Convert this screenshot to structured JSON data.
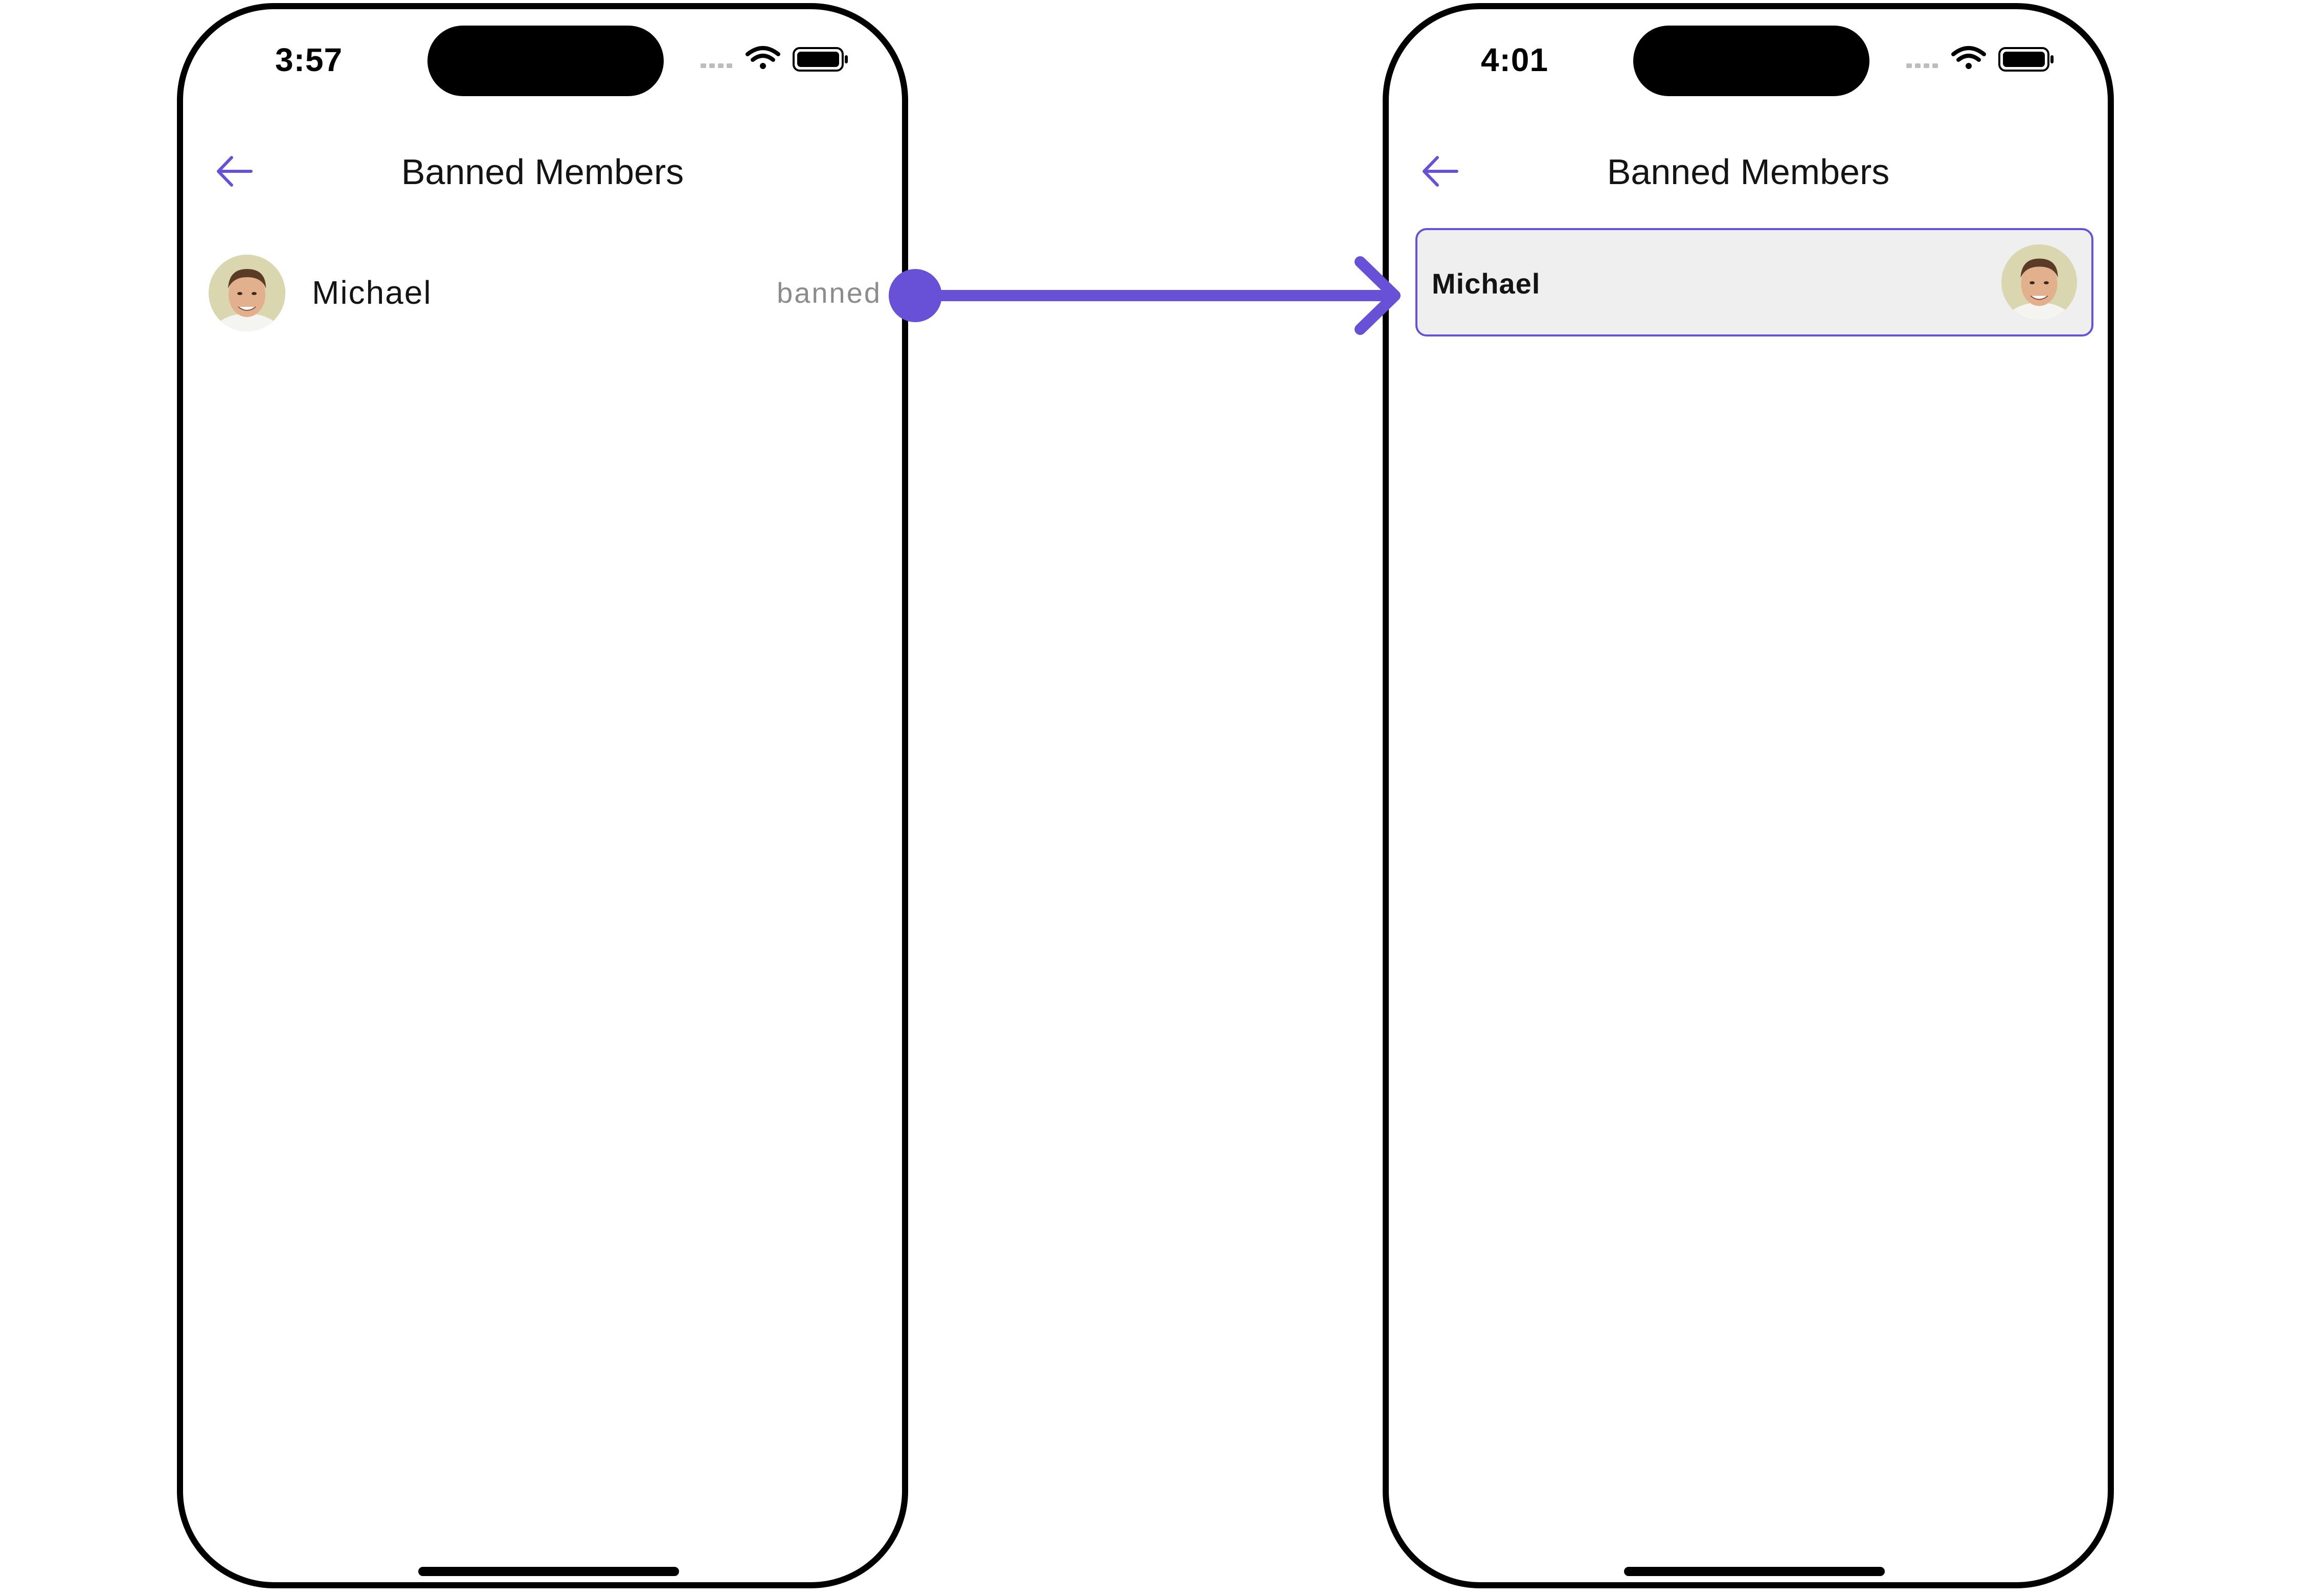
{
  "left_screen": {
    "status_time": "3:57",
    "nav": {
      "title": "Banned Members",
      "back_icon": "arrow-left-icon"
    },
    "member": {
      "name": "Michael",
      "status": "banned",
      "avatar": "avatar-photo"
    }
  },
  "right_screen": {
    "status_time": "4:01",
    "nav": {
      "title": "Banned Members",
      "back_icon": "arrow-left-icon"
    },
    "member": {
      "name": "Michael",
      "avatar": "avatar-photo"
    }
  },
  "colors": {
    "accent": "#6851d6",
    "row_background": "#efefef",
    "status_text": "#8c8c8c"
  }
}
